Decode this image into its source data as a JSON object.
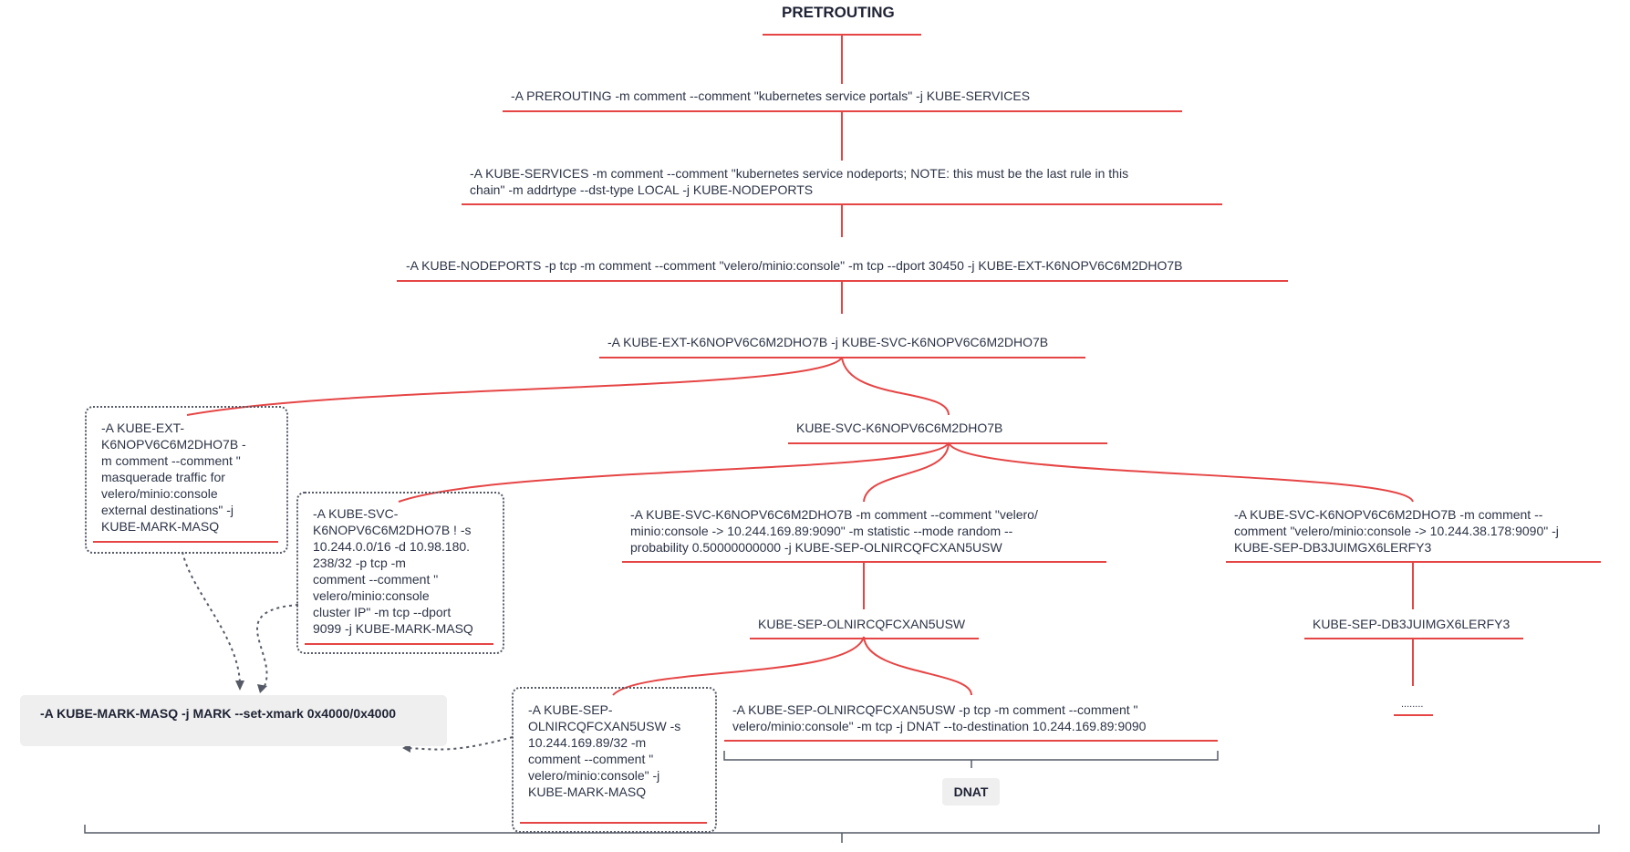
{
  "root": {
    "title": "PRETROUTING"
  },
  "chain": {
    "prerouting_rule": "-A PREROUTING -m comment --comment \"kubernetes service portals\" -j KUBE-SERVICES",
    "services_rule": "-A KUBE-SERVICES -m comment --comment \"kubernetes service nodeports; NOTE: this must be the last rule in this\nchain\" -m addrtype --dst-type LOCAL -j KUBE-NODEPORTS",
    "nodeports_rule": "-A KUBE-NODEPORTS -p tcp -m comment --comment \"velero/minio:console\" -m tcp --dport 30450 -j KUBE-EXT-K6NOPV6C6M2DHO7B",
    "ext_rule": "-A KUBE-EXT-K6NOPV6C6M2DHO7B -j KUBE-SVC-K6NOPV6C6M2DHO7B"
  },
  "masq_ext": "-A KUBE-EXT-\nK6NOPV6C6M2DHO7B -\nm comment --comment \"\nmasquerade traffic for\nvelero/minio:console\nexternal destinations\" -j\nKUBE-MARK-MASQ",
  "svc_chain": "KUBE-SVC-K6NOPV6C6M2DHO7B",
  "masq_svc": "-A KUBE-SVC-\nK6NOPV6C6M2DHO7B ! -s\n10.244.0.0/16 -d 10.98.180.\n238/32 -p tcp -m\ncomment --comment \"\nvelero/minio:console\ncluster IP\" -m tcp --dport\n9099 -j KUBE-MARK-MASQ",
  "svc_rule_1": "-A KUBE-SVC-K6NOPV6C6M2DHO7B -m comment --comment \"velero/\nminio:console -> 10.244.169.89:9090\" -m statistic --mode random --\nprobability 0.50000000000 -j KUBE-SEP-OLNIRCQFCXAN5USW",
  "svc_rule_2": "-A KUBE-SVC-K6NOPV6C6M2DHO7B -m comment --\ncomment \"velero/minio:console -> 10.244.38.178:9090\" -j\nKUBE-SEP-DB3JUIMGX6LERFY3",
  "sep_chain_1": "KUBE-SEP-OLNIRCQFCXAN5USW",
  "sep_chain_2": "KUBE-SEP-DB3JUIMGX6LERFY3",
  "masq_sep": "-A KUBE-SEP-\nOLNIRCQFCXAN5USW -s\n10.244.169.89/32 -m\ncomment --comment \"\nvelero/minio:console\" -j\nKUBE-MARK-MASQ",
  "dnat_rule": "-A KUBE-SEP-OLNIRCQFCXAN5USW -p tcp -m comment --comment \"\nvelero/minio:console\" -m tcp -j DNAT --to-destination 10.244.169.89:9090",
  "ellipsis": "........",
  "mark_masq": "-A KUBE-MARK-MASQ -j MARK --set-xmark 0x4000/0x4000",
  "dnat_badge": "DNAT",
  "colors": {
    "line": "#e64545",
    "text": "#2d3446",
    "dotted": "#555a66",
    "box": "#efefef"
  }
}
